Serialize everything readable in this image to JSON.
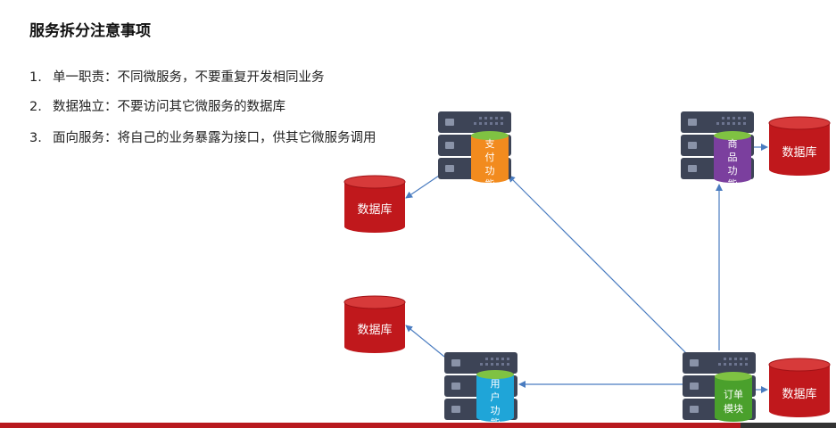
{
  "title": "服务拆分注意事项",
  "points": [
    {
      "num": "1.",
      "text": "单一职责：不同微服务，不要重复开发相同业务"
    },
    {
      "num": "2.",
      "text": "数据独立：不要访问其它微服务的数据库"
    },
    {
      "num": "3.",
      "text": "面向服务：将自己的业务暴露为接口，供其它微服务调用"
    }
  ],
  "diagram": {
    "db_label": "数据库",
    "services": {
      "pay": {
        "label_lines": [
          "支",
          "付",
          "功",
          "能"
        ],
        "color": "#f28b1e"
      },
      "product": {
        "label_lines": [
          "商",
          "品",
          "功",
          "能"
        ],
        "color": "#7b3f9e"
      },
      "user": {
        "label_lines": [
          "用",
          "户",
          "功",
          "能"
        ],
        "color": "#1fa5d8"
      },
      "order": {
        "label_lines": [
          "订单",
          "模块"
        ],
        "color": "#4aa02c"
      }
    },
    "colors": {
      "db": "#c0181c",
      "server": "#3d4456",
      "cylinder_top": "#7fc242",
      "arrow": "#4a7cc0",
      "footer": "#b8191e"
    }
  }
}
